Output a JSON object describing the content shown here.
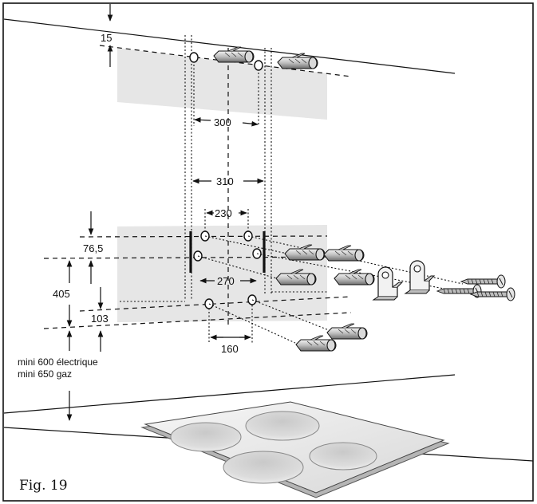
{
  "labels": {
    "d15": "15",
    "d300": "300",
    "d310": "310",
    "d230": "230",
    "d76_5": "76,5",
    "d270": "270",
    "d405": "405",
    "d103": "103",
    "d160": "160",
    "mini_electrique": "mini 600 électrique",
    "mini_gaz": "mini 650 gaz",
    "figure": "Fig. 19"
  },
  "colors": {
    "line": "#111111",
    "wall_shade": "#e6e6e6",
    "hob_surface": "#eeeeee",
    "burner": "#cfcfcf"
  },
  "icons": [
    "wall-plug-icon",
    "screw-icon",
    "bracket-icon",
    "hob-icon"
  ]
}
